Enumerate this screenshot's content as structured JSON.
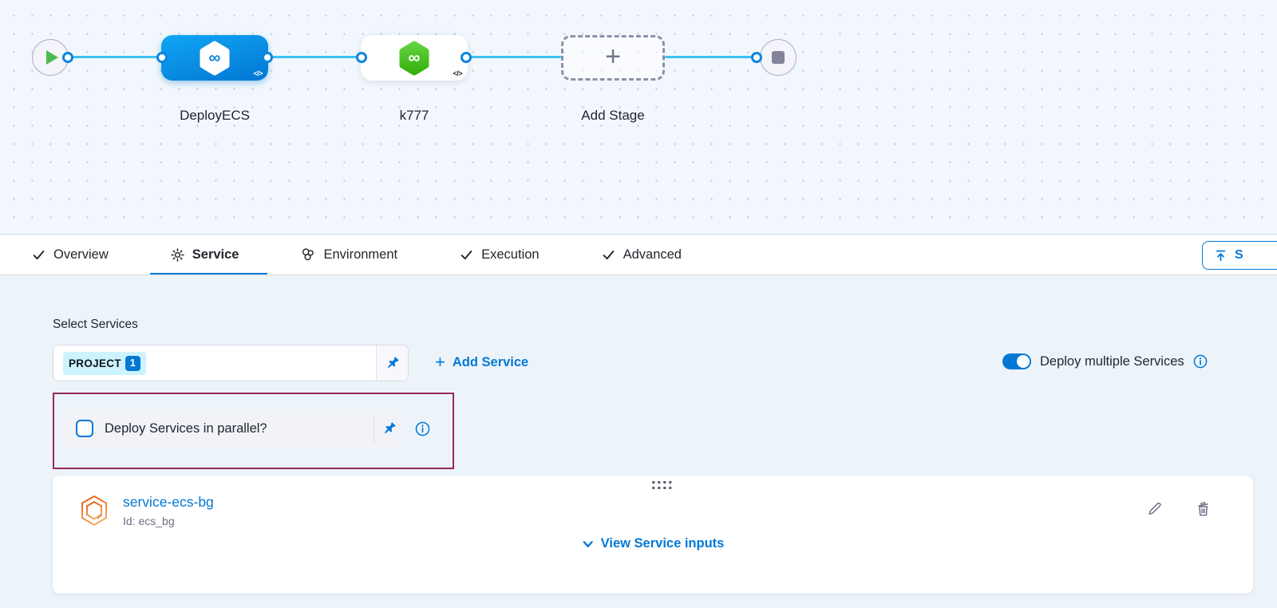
{
  "pipeline": {
    "stages": [
      {
        "name": "DeployECS",
        "style": "blue",
        "code_badge": "</>"
      },
      {
        "name": "k777",
        "style": "white",
        "code_badge": "</>"
      },
      {
        "name": "Add Stage",
        "style": "add-placeholder"
      }
    ],
    "start_node": "play",
    "end_node": "stop",
    "logo_glyph": "∞"
  },
  "tabs": {
    "items": [
      {
        "label": "Overview",
        "icon": "check-icon"
      },
      {
        "label": "Service",
        "icon": "gear-icon",
        "active": true
      },
      {
        "label": "Environment",
        "icon": "environment-icon"
      },
      {
        "label": "Execution",
        "icon": "check-icon"
      },
      {
        "label": "Advanced",
        "icon": "check-icon"
      }
    ],
    "save_button_label": "S"
  },
  "service_section": {
    "select_services_label": "Select Services",
    "project_tag": "PROJECT",
    "project_tag_count": "1",
    "add_service_plus": "+",
    "add_service_label": "Add Service",
    "deploy_multiple_label": "Deploy multiple Services",
    "deploy_multiple_on": true,
    "parallel_label": "Deploy Services in parallel?",
    "parallel_checked": false
  },
  "service_card": {
    "name": "service-ecs-bg",
    "id_text": "Id: ecs_bg",
    "view_inputs_label": "View Service inputs"
  },
  "icons": {
    "pin": "pushpin-icon",
    "info": "info-icon",
    "edit": "pencil-icon",
    "delete": "trash-icon",
    "upload": "upload-icon",
    "chevron": "chevron-down-icon"
  },
  "colors": {
    "accent_blue": "#0278d5",
    "edge_blue": "#3fc0f2",
    "node_blue": "#0a90e4",
    "node_green": "#42c20b",
    "annotation_maroon": "#96295a",
    "text_dark": "#22272e",
    "text_gray": "#6b6d85",
    "tag_cyan": "#cdf4fe",
    "canvas_bg": "#f1f7fc",
    "content_bg": "#ecf4fa"
  }
}
